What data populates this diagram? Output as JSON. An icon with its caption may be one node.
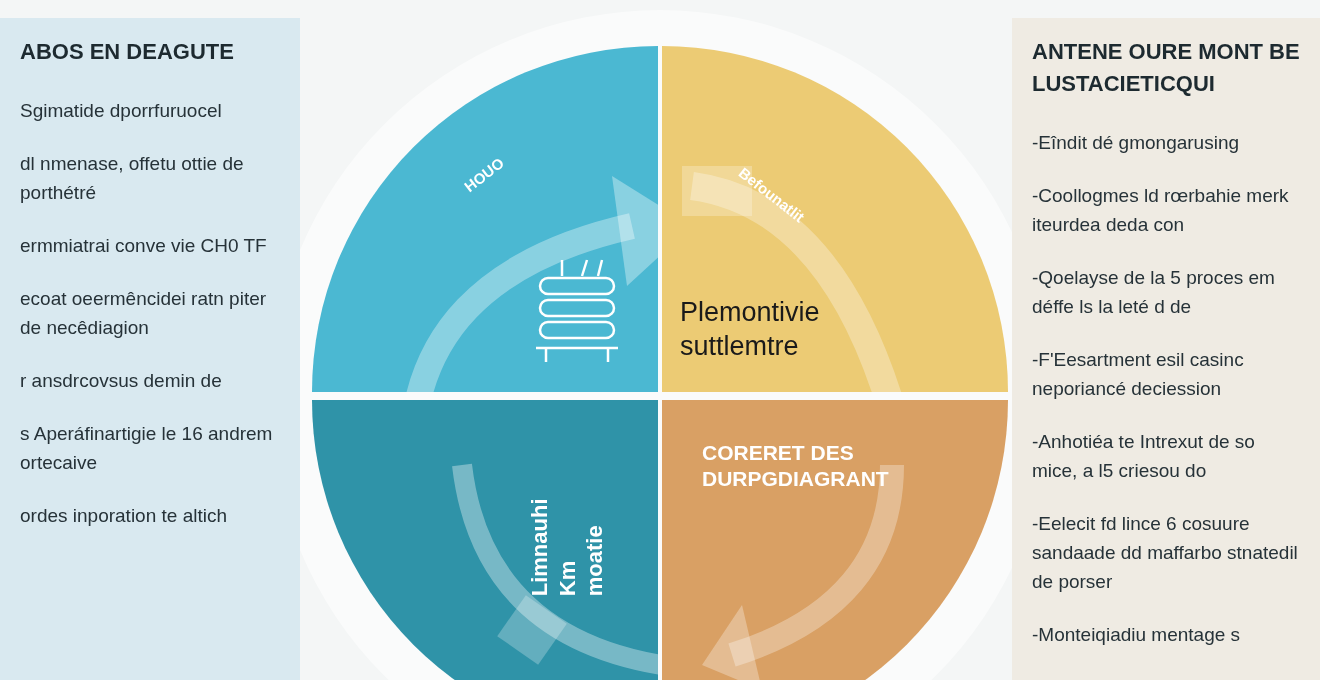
{
  "diagram": {
    "nodes": [
      {
        "text": [
          "ABOS EN DEAGUTE",
          "Sgimatide dporrfuruocel",
          "dl nmenase, offetu ottie de porthétré",
          "ermmiatrai conve vie CH0 TF",
          "ecoat oeermêncidei ratn piter de necêdiagion",
          "r ansdrcovsus demin de",
          "s Aperáfinartigie le 16 andrem ortecaive",
          "ordes inporation te altich"
        ]
      },
      {
        "text": [
          "HOUO"
        ]
      },
      {
        "text": [
          "Befounatlit",
          "Plemontivie suttlemtre"
        ]
      },
      {
        "text": [
          "Limnauhi Km moatie"
        ]
      },
      {
        "text": [
          "CORERET DES DURPGDIAGRANT"
        ]
      },
      {
        "text": [
          "ANTENE OURE MONT BE LUSTACIETICQUI",
          "-Eîndit dé gmongarusing",
          "-Coollogmes ld rœrbahie merk iteurdea deda con",
          "-Qoelayse de la 5 proces em déffe ls la leté d de",
          "-F'Eesartment esil casinc neporiancé deciession",
          "-Anhotiéa te Intrexut de so mice, a l5 criesou do",
          "-Eelecit fd lince 6 cosuure sandaade dd maffarbo stnatedil de porser",
          "-Monteiqiadiu mentage s"
        ]
      }
    ]
  }
}
